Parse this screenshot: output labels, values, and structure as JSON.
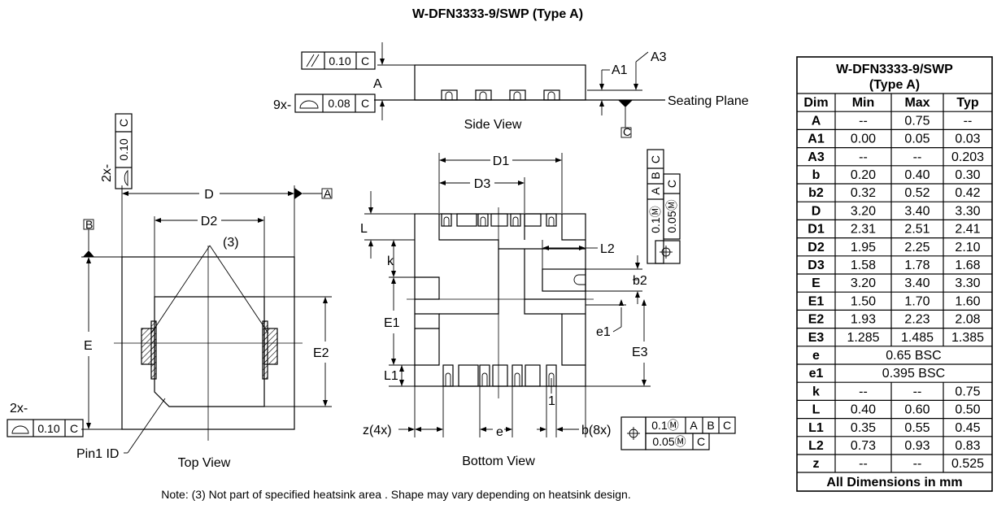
{
  "title": "W-DFN3333-9/SWP (Type A)",
  "note": "Note: (3) Not part of specified heatsink area . Shape may vary depending on heatsink design.",
  "views": {
    "side": "Side View",
    "top": "Top View",
    "bottom": "Bottom View"
  },
  "labels": {
    "A": "A",
    "A1": "A1",
    "A3": "A3",
    "seating_plane": "Seating Plane",
    "datum_A": "A",
    "datum_B": "B",
    "datum_C": "C",
    "D": "D",
    "D1": "D1",
    "D2": "D2",
    "D3": "D3",
    "E": "E",
    "E1": "E1",
    "E2": "E2",
    "E3": "E3",
    "L": "L",
    "L1": "L1",
    "L2": "L2",
    "k": "k",
    "b2": "b2",
    "e": "e",
    "e1": "e1",
    "z4x": "z(4x)",
    "b8x": "b(8x)",
    "pin1_id": "Pin1 ID",
    "pin1": "1",
    "note3": "(3)"
  },
  "tolerance_frames": {
    "parallel": {
      "count": "",
      "value": "0.10",
      "datum": "C"
    },
    "flatness_9x": {
      "count": "9x-",
      "value": "0.08",
      "datum": "C"
    },
    "profile_top": {
      "count": "2x-",
      "value": "0.10",
      "datum": "C"
    },
    "profile_bottom": {
      "count": "2x-",
      "value": "0.10",
      "datum": "C"
    },
    "position_pads": {
      "row1": [
        "0.1Ⓜ",
        "A",
        "B",
        "C"
      ],
      "row2": [
        "0.05Ⓜ",
        "C"
      ]
    },
    "position_leads": {
      "row1": [
        "0.1Ⓜ",
        "A",
        "B",
        "C"
      ],
      "row2": [
        "0.05Ⓜ",
        "C"
      ]
    }
  },
  "table": {
    "title_line1": "W-DFN3333-9/SWP",
    "title_line2": "(Type A)",
    "headers": [
      "Dim",
      "Min",
      "Max",
      "Typ"
    ],
    "rows": [
      [
        "A",
        "--",
        "0.75",
        "--"
      ],
      [
        "A1",
        "0.00",
        "0.05",
        "0.03"
      ],
      [
        "A3",
        "--",
        "--",
        "0.203"
      ],
      [
        "b",
        "0.20",
        "0.40",
        "0.30"
      ],
      [
        "b2",
        "0.32",
        "0.52",
        "0.42"
      ],
      [
        "D",
        "3.20",
        "3.40",
        "3.30"
      ],
      [
        "D1",
        "2.31",
        "2.51",
        "2.41"
      ],
      [
        "D2",
        "1.95",
        "2.25",
        "2.10"
      ],
      [
        "D3",
        "1.58",
        "1.78",
        "1.68"
      ],
      [
        "E",
        "3.20",
        "3.40",
        "3.30"
      ],
      [
        "E1",
        "1.50",
        "1.70",
        "1.60"
      ],
      [
        "E2",
        "1.93",
        "2.23",
        "2.08"
      ],
      [
        "E3",
        "1.285",
        "1.485",
        "1.385"
      ],
      [
        "e",
        "0.65 BSC"
      ],
      [
        "e1",
        "0.395 BSC"
      ],
      [
        "k",
        "--",
        "--",
        "0.75"
      ],
      [
        "L",
        "0.40",
        "0.60",
        "0.50"
      ],
      [
        "L1",
        "0.35",
        "0.55",
        "0.45"
      ],
      [
        "L2",
        "0.73",
        "0.93",
        "0.83"
      ],
      [
        "z",
        "--",
        "--",
        "0.525"
      ]
    ],
    "footer": "All Dimensions in mm"
  }
}
